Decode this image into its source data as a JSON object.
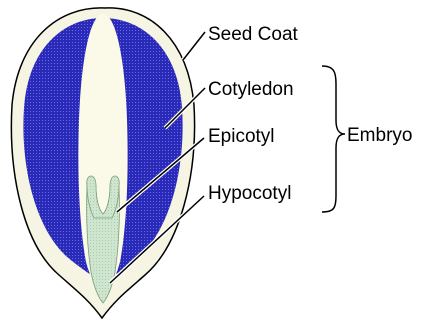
{
  "labels": {
    "seed_coat": "Seed Coat",
    "cotyledon": "Cotyledon",
    "epicotyl": "Epicotyl",
    "hypocotyl": "Hypocotyl",
    "embryo": "Embryo"
  },
  "colors": {
    "seed_coat_fill": "#f6f4e2",
    "seed_coat_stroke": "#000000",
    "cotyledon_fill": "#2a2ab8",
    "endosperm_fill": "#fbf9e8",
    "embryo_axis_fill": "#cfe5cf",
    "leader_line": "#000000",
    "leader_halo": "#ffffff"
  }
}
